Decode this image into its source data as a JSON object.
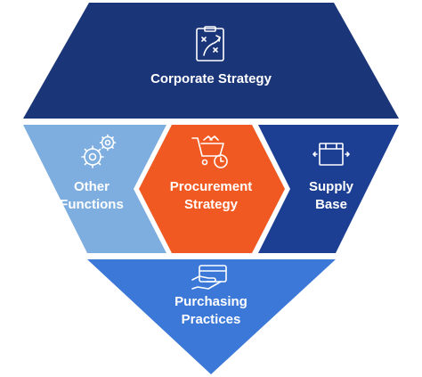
{
  "diagram": {
    "segments": {
      "corporate": {
        "label": "Corporate Strategy",
        "color": "#1a3578",
        "icon": "strategy-clipboard-icon"
      },
      "other": {
        "label_line1": "Other",
        "label_line2": "Functions",
        "color": "#7eaee0",
        "icon": "gears-icon"
      },
      "procurement": {
        "label_line1": "Procurement",
        "label_line2": "Strategy",
        "color": "#f05a22",
        "icon": "shopping-cart-clock-icon"
      },
      "supply": {
        "label_line1": "Supply",
        "label_line2": "Base",
        "color": "#1c3f94",
        "icon": "box-arrows-icon"
      },
      "purchasing": {
        "label_line1": "Purchasing",
        "label_line2": "Practices",
        "color": "#3c78d8",
        "icon": "card-hand-icon"
      }
    }
  }
}
